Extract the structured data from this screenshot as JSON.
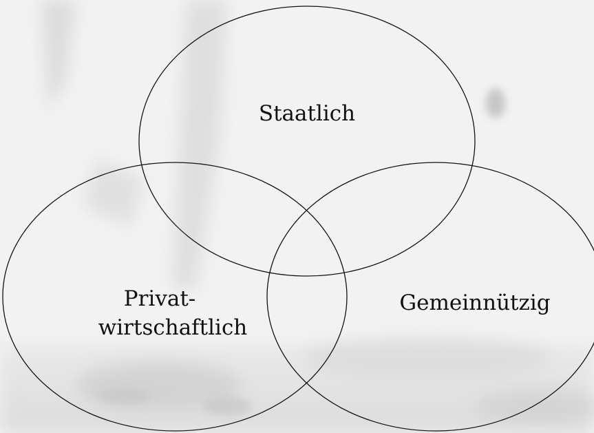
{
  "diagram": {
    "type": "venn",
    "sets": [
      {
        "id": "staatlich",
        "label": "Staatlich"
      },
      {
        "id": "privatwirtschaftlich",
        "label_lines": [
          "Privat-",
          "wirtschaftlich"
        ]
      },
      {
        "id": "gemeinnuetzig",
        "label": "Gemeinnützig"
      }
    ]
  },
  "colors": {
    "background": "#f1f1f1",
    "circle_stroke": "#111111",
    "text": "#111111"
  }
}
